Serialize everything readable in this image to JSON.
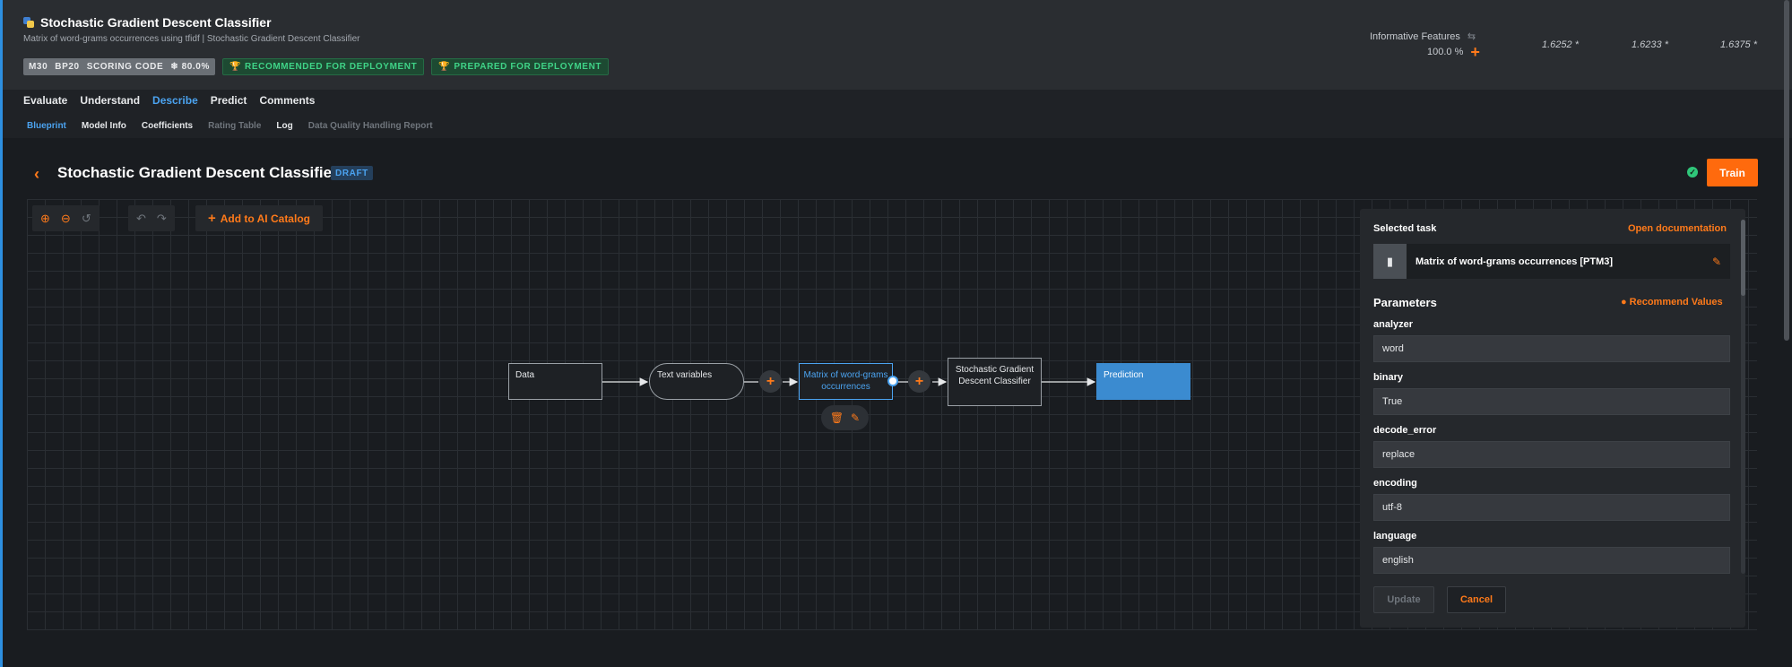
{
  "header": {
    "title": "Stochastic Gradient Descent Classifier",
    "subtitle": "Matrix of word-grams occurrences using tfidf | Stochastic Gradient Descent Classifier",
    "badges": {
      "model": "M30",
      "blueprint": "BP20",
      "scoring": "SCORING CODE",
      "sample": "80.0%",
      "recommended": "RECOMMENDED FOR DEPLOYMENT",
      "prepared": "PREPARED FOR DEPLOYMENT"
    },
    "feature_list_label": "Informative Features",
    "sample_pct": "100.0 %",
    "scores": [
      "1.6252",
      "1.6233",
      "1.6375"
    ],
    "score_marker": "*"
  },
  "nav": {
    "tabs": [
      "Evaluate",
      "Understand",
      "Describe",
      "Predict",
      "Comments"
    ],
    "active_tab": "Describe",
    "subtabs": [
      "Blueprint",
      "Model Info",
      "Coefficients",
      "Rating Table",
      "Log",
      "Data Quality Handling Report"
    ]
  },
  "blueprint": {
    "title": "Stochastic Gradient Descent Classifier",
    "status": "DRAFT",
    "train_label": "Train",
    "add_catalog_label": "Add to AI Catalog"
  },
  "nodes": {
    "data": "Data",
    "text_vars": "Text variables",
    "matrix": "Matrix of word-grams occurrences",
    "sgd": "Stochastic Gradient Descent Classifier",
    "prediction": "Prediction"
  },
  "panel": {
    "selected_task_label": "Selected task",
    "open_doc_label": "Open documentation",
    "task_name": "Matrix of word-grams occurrences [PTM3]",
    "params_label": "Parameters",
    "recommend_label": "Recommend Values",
    "params": [
      {
        "name": "analyzer",
        "value": "word"
      },
      {
        "name": "binary",
        "value": "True"
      },
      {
        "name": "decode_error",
        "value": "replace"
      },
      {
        "name": "encoding",
        "value": "utf-8"
      },
      {
        "name": "language",
        "value": "english"
      }
    ],
    "update_label": "Update",
    "cancel_label": "Cancel"
  },
  "icons": {
    "zoom_in": "zoom-in-icon",
    "zoom_out": "zoom-out-icon",
    "reset": "reset-icon",
    "undo": "undo-icon",
    "redo": "redo-icon",
    "delete": "trash-icon",
    "edit": "pencil-icon"
  },
  "colors": {
    "accent": "#ff7a1a",
    "active": "#4ba3f0",
    "success": "#2fc77a"
  }
}
